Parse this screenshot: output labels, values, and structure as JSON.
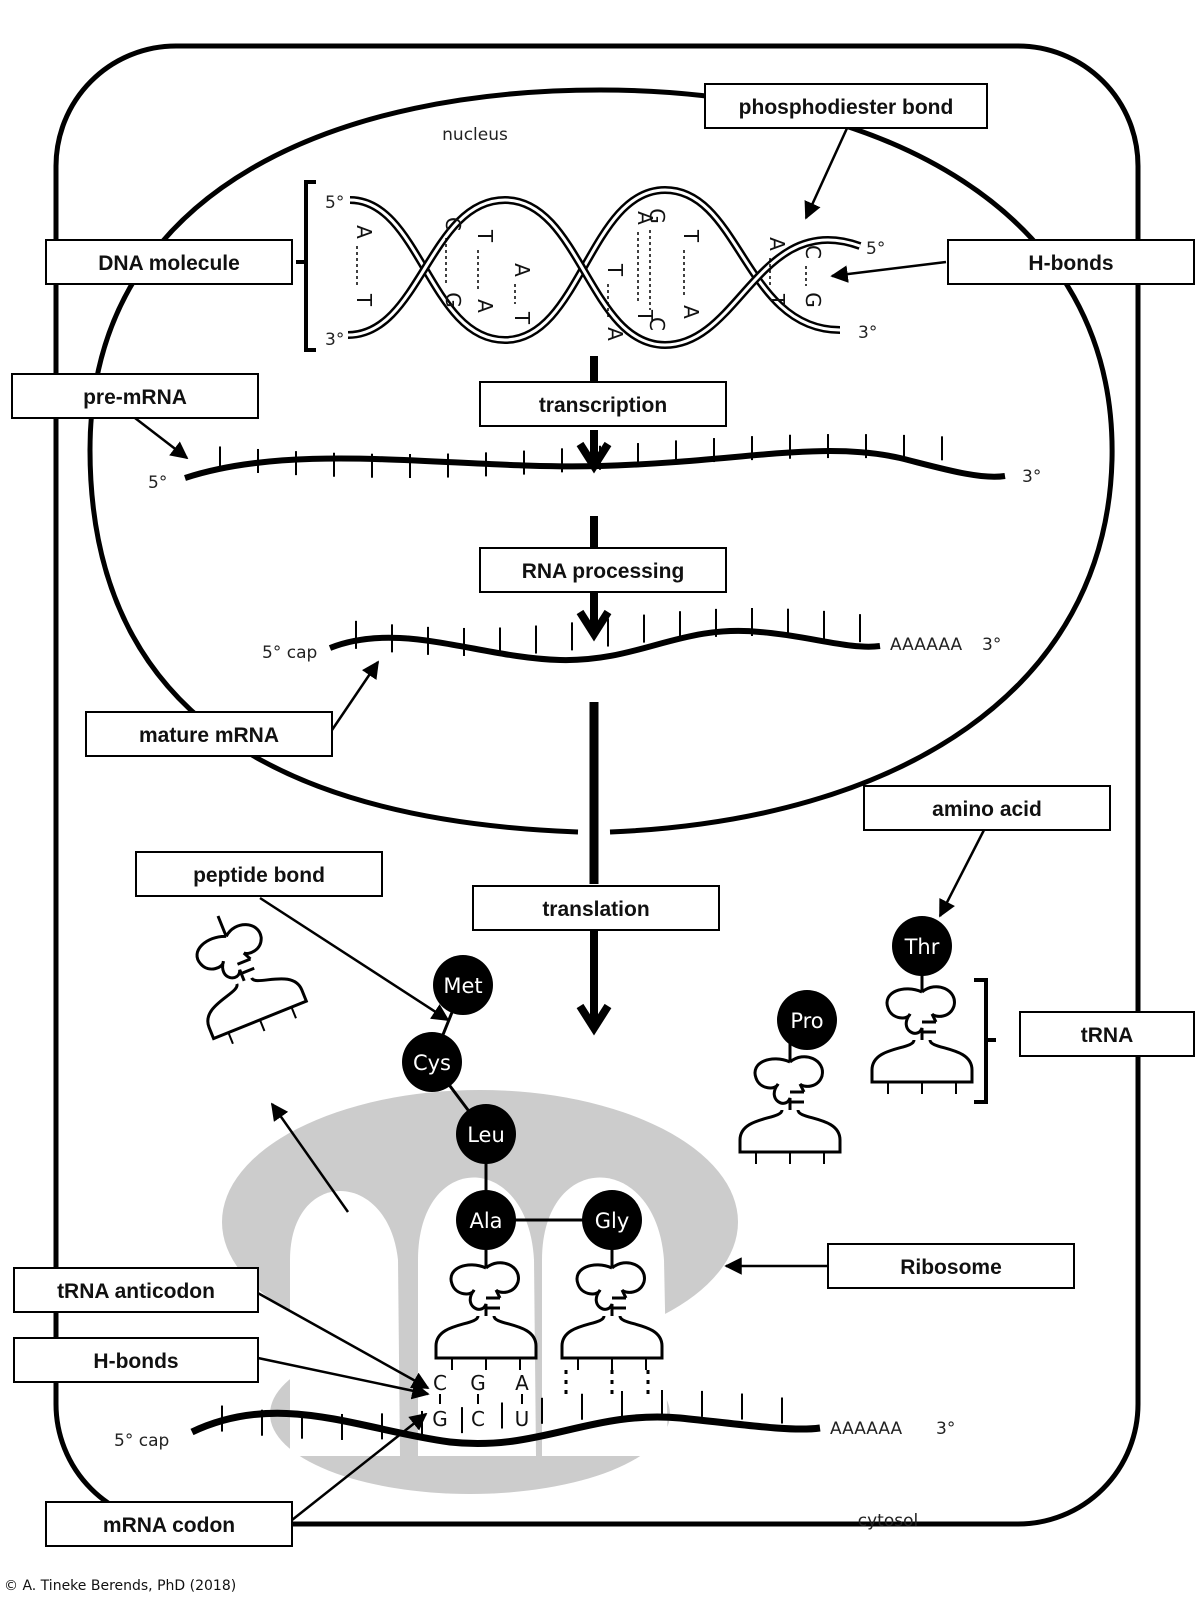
{
  "regions": {
    "nucleus": "nucleus",
    "cytosol": "cytosol"
  },
  "labels": {
    "phosphodiester_bond": "phosphodiester bond",
    "dna_molecule": "DNA molecule",
    "h_bonds_dna": "H-bonds",
    "pre_mrna": "pre-mRNA",
    "transcription": "transcription",
    "rna_processing": "RNA processing",
    "mature_mrna": "mature mRNA",
    "amino_acid": "amino acid",
    "peptide_bond": "peptide bond",
    "translation": "translation",
    "trna": "tRNA",
    "ribosome": "Ribosome",
    "trna_anticodon": "tRNA anticodon",
    "h_bonds_codon": "H-bonds",
    "mrna_codon": "mRNA codon"
  },
  "dna": {
    "end_5_left": "5°",
    "end_3_left": "3°",
    "end_5_right": "5°",
    "end_3_right": "3°",
    "pairs": [
      [
        "A",
        "T"
      ],
      [
        "C",
        "G"
      ],
      [
        "T",
        "A"
      ],
      [
        "A",
        "T"
      ],
      [
        "T",
        "A"
      ],
      [
        "A",
        "T"
      ],
      [
        "G",
        "C"
      ],
      [
        "T",
        "A"
      ],
      [
        "A",
        "T"
      ],
      [
        "C",
        "G"
      ]
    ]
  },
  "pre_mrna_strand": {
    "end_5": "5°",
    "end_3": "3°"
  },
  "mature_mrna_strand": {
    "end_5": "5° cap",
    "tail": "AAAAAA",
    "end_3": "3°"
  },
  "ribosome_mrna": {
    "end_5": "5° cap",
    "tail": "AAAAAA",
    "end_3": "3°"
  },
  "amino_acids": [
    "Met",
    "Cys",
    "Leu",
    "Ala",
    "Gly",
    "Pro",
    "Thr"
  ],
  "anticodon": [
    "C",
    "G",
    "A"
  ],
  "codon": [
    "G",
    "C",
    "U"
  ],
  "copyright": "© A. Tineke Berends, PhD (2018)",
  "colors": {
    "ribosome": "#cccccc",
    "ink": "#000000"
  }
}
